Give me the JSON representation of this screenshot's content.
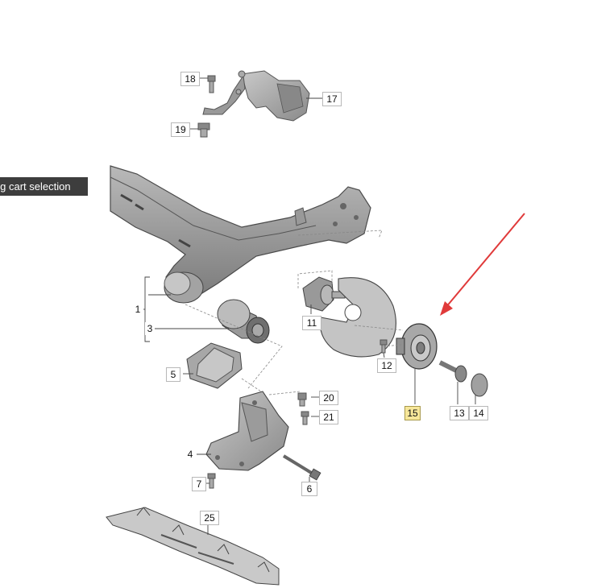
{
  "overlay": {
    "cart_label": "ing cart selection"
  },
  "callouts": {
    "c1": "1",
    "c3": "3",
    "c4": "4",
    "c5": "5",
    "c6": "6",
    "c7": "7",
    "c11": "11",
    "c12": "12",
    "c13": "13",
    "c14": "14",
    "c15": "15",
    "c17": "17",
    "c18": "18",
    "c19": "19",
    "c20": "20",
    "c21": "21",
    "c25": "25"
  },
  "highlight_part": "15",
  "colors": {
    "arrow": "#e03a3a",
    "part_fill": "#9a9a9a",
    "part_dark": "#6f6f6f",
    "line": "#555555",
    "highlight": "#f7e79a"
  }
}
